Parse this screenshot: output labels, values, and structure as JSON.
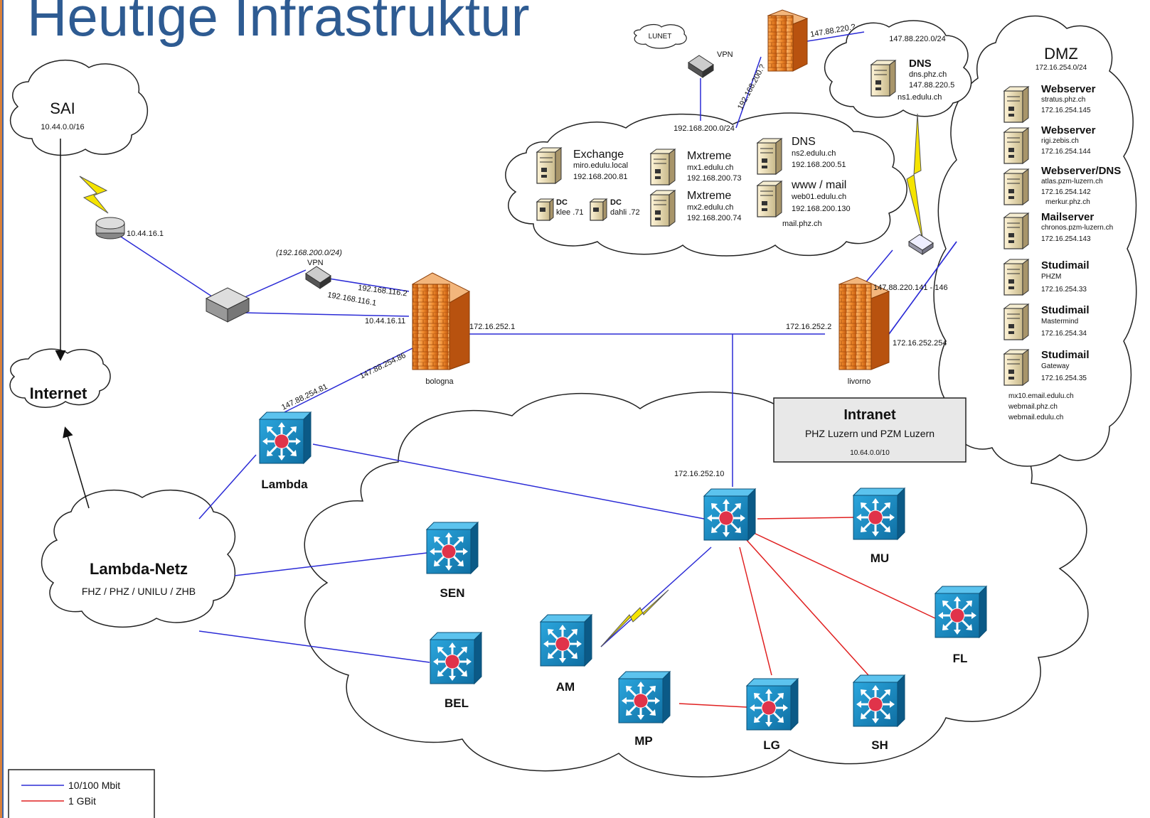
{
  "title": "Heutige Infrastruktur",
  "clouds": {
    "sai": {
      "name": "SAI",
      "subnet": "10.44.0.0/16"
    },
    "internet": {
      "name": "Internet"
    },
    "lunet": {
      "name": "LUNET"
    },
    "lambda_netz": {
      "name": "Lambda-Netz",
      "sub": "FHZ / PHZ / UNILU / ZHB"
    },
    "dmz": {
      "name": "DMZ",
      "subnet": "172.16.254.0/24"
    },
    "dns_cloud": {
      "subnet": "147.88.220.0/24"
    },
    "internal": {
      "subnet": "192.168.200.0/24"
    }
  },
  "dns_ext": {
    "name": "DNS",
    "lines": [
      "dns.phz.ch",
      "147.88.220.5",
      "ns1.edulu.ch"
    ]
  },
  "internal_servers": {
    "exchange": {
      "name": "Exchange",
      "lines": [
        "miro.edulu.local",
        "192.168.200.81"
      ]
    },
    "mx1": {
      "name": "Mxtreme",
      "lines": [
        "mx1.edulu.ch",
        "192.168.200.73"
      ]
    },
    "mx2": {
      "name": "Mxtreme",
      "lines": [
        "mx2.edulu.ch",
        "192.168.200.74"
      ]
    },
    "dns2": {
      "name": "DNS",
      "lines": [
        "ns2.edulu.ch",
        "192.168.200.51"
      ]
    },
    "www": {
      "name": "www / mail",
      "lines": [
        "web01.edulu.ch",
        "192.168.200.130",
        "mail.phz.ch"
      ]
    },
    "dc1": {
      "name": "DC",
      "line": "klee .71"
    },
    "dc2": {
      "name": "DC",
      "line": "dahli .72"
    }
  },
  "dmz_servers": [
    {
      "name": "Webserver",
      "lines": [
        "stratus.phz.ch",
        "172.16.254.145"
      ]
    },
    {
      "name": "Webserver",
      "lines": [
        "rigi.zebis.ch",
        "172.16.254.144"
      ]
    },
    {
      "name": "Webserver/DNS",
      "lines": [
        "atlas.pzm-luzern.ch",
        "172.16.254.142",
        "merkur.phz.ch"
      ]
    },
    {
      "name": "Mailserver",
      "lines": [
        "chronos.pzm-luzern.ch",
        "172.16.254.143"
      ]
    },
    {
      "name": "Studimail",
      "lines": [
        "PHZM",
        "172.16.254.33"
      ]
    },
    {
      "name": "Studimail",
      "lines": [
        "Mastermind",
        "172.16.254.34"
      ]
    },
    {
      "name": "Studimail",
      "lines": [
        "Gateway",
        "172.16.254.35"
      ]
    }
  ],
  "dmz_footer": [
    "mx10.email.edulu.ch",
    "webmail.phz.ch",
    "webmail.edulu.ch"
  ],
  "intranet": {
    "title": "Intranet",
    "sub": "PHZ Luzern und PZM Luzern",
    "subnet": "10.64.0.0/10"
  },
  "firewalls": {
    "bologna": "bologna",
    "livorno": "livorno"
  },
  "labels": {
    "router_ip": "10.44.16.1",
    "vpn1_net": "(192.168.200.0/24)",
    "vpn": "VPN",
    "ip_116_2": "192.168.116.2",
    "ip_116_1": "192.168.116.1",
    "ip_44_16_11": "10.44.16.11",
    "ip_252_1": "172.16.252.1",
    "ip_254_86": "147.88.254.86",
    "ip_254_81": "147.88.254.81",
    "ip_252_2": "172.16.252.2",
    "ip_252_254": "172.16.252.254",
    "ip_220_141": "147.88.220.141 - 146",
    "ip_220_q": "147.88.220.?",
    "ip_200_q": "192.168.200.?",
    "ip_252_10": "172.16.252.10"
  },
  "switches": {
    "lambda": "Lambda",
    "sen": "SEN",
    "bel": "BEL",
    "am": "AM",
    "mp": "MP",
    "lg": "LG",
    "sh": "SH",
    "fl": "FL",
    "mu": "MU"
  },
  "legend": [
    {
      "label": "10/100 Mbit",
      "color": "#2b2bd6"
    },
    {
      "label": "1 GBit",
      "color": "#e02020"
    }
  ],
  "colors": {
    "blue_link": "#2b2bd6",
    "red_link": "#e02020",
    "switch": "#1a90c8",
    "title": "#2e5b92"
  }
}
